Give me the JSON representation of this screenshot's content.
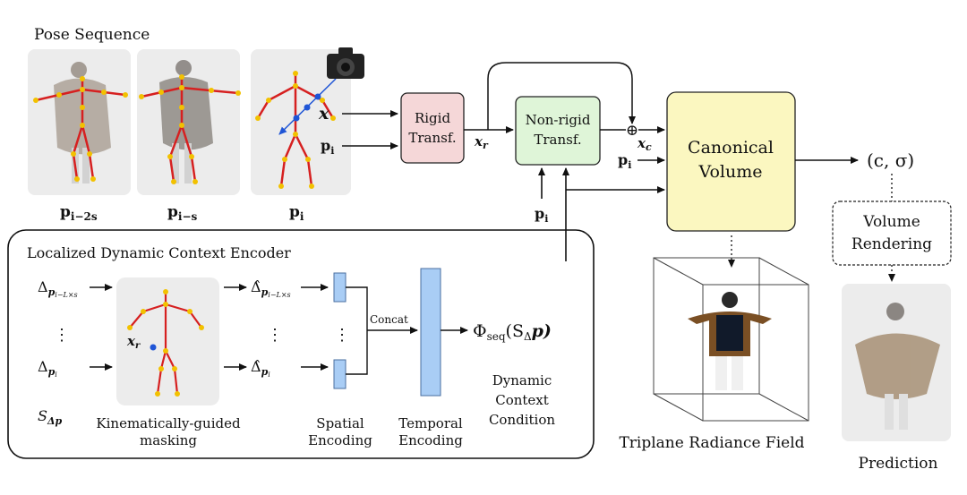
{
  "pose_sequence": {
    "title": "Pose Sequence",
    "pose_labels": [
      "p",
      "p",
      "p"
    ],
    "pose_subscripts": [
      "i−2s",
      "i−s",
      "i"
    ],
    "input_point": "x"
  },
  "blocks": {
    "rigid": {
      "line1": "Rigid",
      "line2": "Transf."
    },
    "nonrigid": {
      "line1": "Non-rigid",
      "line2": "Transf."
    },
    "canonical": {
      "line1": "Canonical",
      "line2": "Volume"
    },
    "volume_rendering": {
      "line1": "Volume",
      "line2": "Rendering"
    }
  },
  "symbols": {
    "x_r": "x",
    "x_r_sub": "r",
    "x_c": "x",
    "x_c_sub": "c",
    "p_i": "p",
    "p_i_sub": "i",
    "oplus": "⊕",
    "output": "(c, σ)"
  },
  "encoder": {
    "title": "Localized Dynamic Context Encoder",
    "delta_top": "Δ",
    "delta_top_sub": "p",
    "delta_top_subsub": "i−L×s",
    "delta_bottom": "Δ",
    "delta_bottom_sub": "p",
    "delta_bottom_subsub": "i",
    "hat_top": "Δ̂",
    "hat_bottom": "Δ̂",
    "vdots": "⋮",
    "s_delta_p": "S",
    "s_delta_p_sub": "Δp",
    "concat": "Concat",
    "phi": "Φ",
    "phi_sub": "seq",
    "phi_arg": "(S",
    "phi_arg_sub": "Δ",
    "phi_arg_end": "p)",
    "x_r": "x",
    "x_r_sub": "r",
    "masking_line1": "Kinematically-guided",
    "masking_line2": "masking",
    "spatial_line1": "Spatial",
    "spatial_line2": "Encoding",
    "temporal_line1": "Temporal",
    "temporal_line2": "Encoding",
    "dyn_line1": "Dynamic",
    "dyn_line2": "Context",
    "dyn_line3": "Condition"
  },
  "triplane_label": "Triplane Radiance Field",
  "prediction_label": "Prediction",
  "colors": {
    "rigid_fill": "#f5d7d8",
    "nonrigid_fill": "#dff5d8",
    "canonical_fill": "#fbf7c0",
    "encoding_fill": "#a9cdf5",
    "bone": "#d62020",
    "joint": "#f2c100",
    "ray": "#1f55d6"
  }
}
